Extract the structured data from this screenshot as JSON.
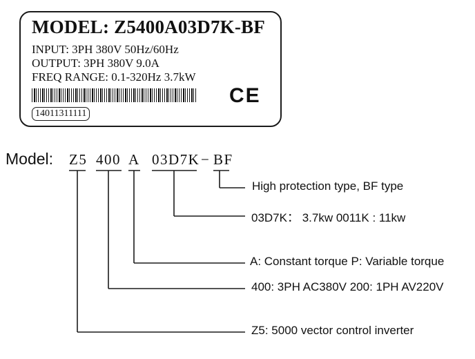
{
  "nameplate": {
    "model_line": "MODEL:  Z5400A03D7K-BF",
    "input_line": "INPUT: 3PH 380V 50Hz/60Hz",
    "output_line": "OUTPUT: 3PH 380V 9.0A",
    "freq_line": "FREQ RANGE: 0.1-320Hz  3.7kW",
    "certification_mark": "CE",
    "serial_number": "14011311111"
  },
  "decode": {
    "model_label": "Model:",
    "segments": {
      "series": "Z5",
      "voltage": "400",
      "torque": "A",
      "power": "03D7K",
      "separator": "−",
      "protection": "BF"
    },
    "descriptions": {
      "protection": "High protection type, BF type",
      "power": "03D7K： 3.7kw  0011K : 11kw",
      "torque": "A: Constant torque P: Variable torque",
      "voltage": "400: 3PH AC380V 200: 1PH AV220V",
      "series": "Z5: 5000 vector control inverter"
    }
  }
}
